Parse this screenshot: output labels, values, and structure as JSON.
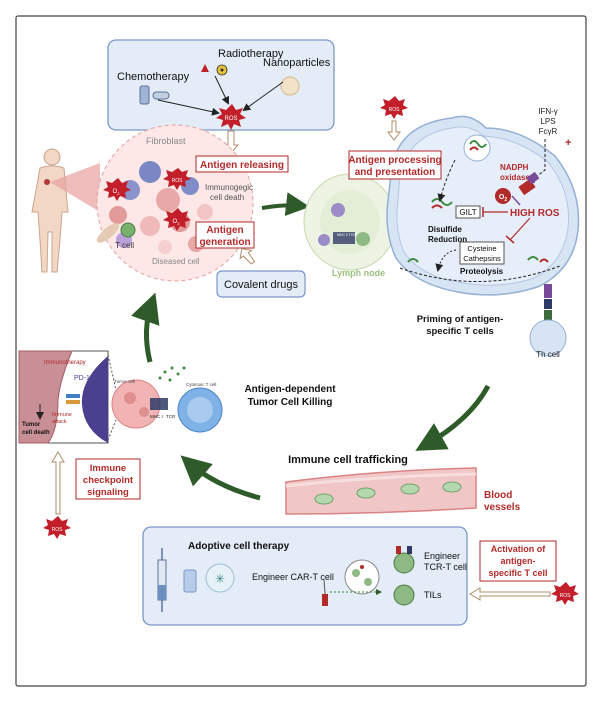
{
  "top_panel": {
    "radiotherapy": "Radiotherapy",
    "chemotherapy": "Chemotherapy",
    "nanoparticles": "Nanoparticles",
    "ros": "ROS"
  },
  "tumor": {
    "fibroblast": "Fibroblast",
    "antigen_releasing": "Antigen releasing",
    "immunogenic_death_line1": "Immunogegic",
    "immunogenic_death_line2": "cell death",
    "antigen_generation_line1": "Antigen",
    "antigen_generation_line2": "generation",
    "t_cell": "T cell",
    "diseased_cell": "Diseased cell",
    "o2_symbol": "O",
    "o2_sub": "2",
    "ros": "ROS"
  },
  "covalent_drugs": "Covalent drugs",
  "lymph_node": "Lymph node",
  "apc": {
    "ros_top": "ROS",
    "processing_line1": "Antigen processing",
    "processing_line2": "and presentation",
    "ifn": "IFN-γ",
    "lps": "LPS",
    "fcgr": "FcγR",
    "plus": "+",
    "nadph_line1": "NADPH",
    "nadph_line2": "oxidase",
    "o2_symbol": "O",
    "o2_sub": "2",
    "high_ros": "HIGH ROS",
    "gilt": "GILT",
    "disulfide_line1": "Disulfide",
    "disulfide_line2": "Reduction",
    "cysteine_line1": "Cysteine",
    "cysteine_line2": "Cathepsins",
    "proteolysis": "Proteolysis",
    "priming_line1": "Priming of antigen-",
    "priming_line2": "specific T cells",
    "th_cell": "Th cell",
    "mhc_tcr": "MHC II TCR"
  },
  "killing": {
    "title_line1": "Antigen-dependent",
    "title_line2": "Tumor Cell Killing",
    "tumor_cell": "Tumor cell",
    "cytotoxic": "Cytotoxic T cell",
    "mhc": "MHC I",
    "tcr": "TCR"
  },
  "inset": {
    "immunotherapy": "Immunotherapy",
    "pd1": "PD-1",
    "immune_line1": "Immune",
    "immune_line2": "attack",
    "death_line1": "Tumor",
    "death_line2": "cell death"
  },
  "checkpoint": {
    "line1": "Immune",
    "line2": "checkpoint",
    "line3": "signaling",
    "ros": "ROS"
  },
  "trafficking": "Immune cell trafficking",
  "blood_line1": "Blood",
  "blood_line2": "vessels",
  "adoptive": {
    "title": "Adoptive cell therapy",
    "car_t": "Engineer CAR-T cell",
    "tcr_t_line1": "Engineer",
    "tcr_t_line2": "TCR-T cell",
    "tils": "TILs"
  },
  "activation": {
    "line1": "Activation of",
    "line2": "antigen-",
    "line3": "specific T cell",
    "ros": "ROS"
  },
  "colors": {
    "panel_fill": "#e3ecf7",
    "panel_stroke": "#7a98c8",
    "red_label": "#b22a2a",
    "arrow_green": "#2f5a2a",
    "ros_red": "#c21f2a",
    "vessel": "#d98484"
  }
}
